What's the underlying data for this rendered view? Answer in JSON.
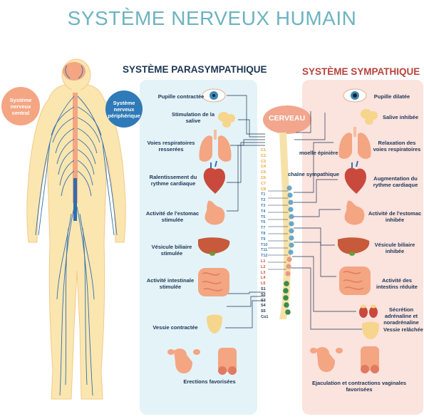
{
  "title": "SYSTÈME NERVEUX HUMAIN",
  "parasympathetic": {
    "title": "SYSTÈME PARASYMPATHIQUE",
    "items": [
      "Pupille contractée",
      "Stimulation de la salive",
      "Voies respiratoires resserées",
      "Ralentissement du rythme cardiaque",
      "Activité de l'estomac stimulée",
      "Vésicule biliaire stimulée",
      "Activité intestinale stimulée",
      "Vessie contractée",
      "Erections favorisées"
    ]
  },
  "sympathetic": {
    "title": "SYSTÈME SYMPATHIQUE",
    "items": [
      "Pupille dilatée",
      "Salive inhibée",
      "Relaxation des voies respiratoires",
      "Augmentation du rythme cardiaque",
      "Activité de l'estomac inhibée",
      "Vésicule biliaire inhibée",
      "Activité des intestins réduite",
      "Sécrétion adrénaline et noradrénaline",
      "Vessie relâchée",
      "Ejaculation et contractions vaginales favorisées"
    ]
  },
  "body": {
    "central_label": "Système nerveux central",
    "peripheral_label": "Système nerveux périphérique"
  },
  "spine": {
    "brain_label": "CERVEAU",
    "cord_label": "moelle épinière",
    "chain_label": "chaîne sympathique",
    "vertebrae": [
      "C1",
      "C2",
      "C3",
      "C4",
      "C5",
      "C6",
      "C7",
      "C8",
      "T1",
      "T2",
      "T3",
      "T4",
      "T5",
      "T6",
      "T7",
      "T8",
      "T9",
      "T10",
      "T11",
      "T12",
      "L1",
      "L2",
      "L3",
      "L4",
      "L5",
      "S1",
      "S2",
      "S3",
      "S4",
      "S5",
      "Co1"
    ]
  },
  "colors": {
    "title": "#6db3c0",
    "para_title": "#1c3554",
    "symp_title": "#b8423a",
    "para_panel": "#e4f3f8",
    "symp_panel": "#fbe3de",
    "nerve": "#2f6fb0",
    "central": "#f4a582",
    "peripheral": "#2f7ab8"
  }
}
